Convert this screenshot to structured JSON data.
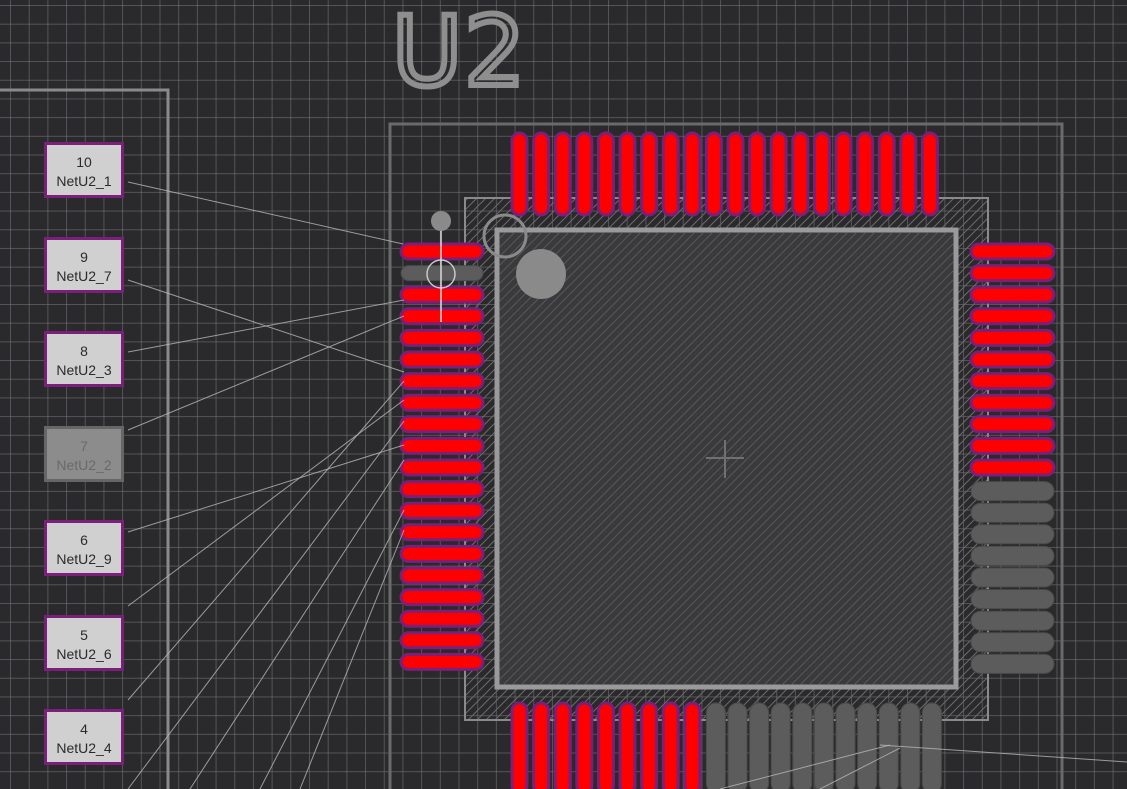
{
  "component": {
    "designator": "U2"
  },
  "pin_labels": [
    {
      "num": "10",
      "net": "NetU2_1",
      "selected": false
    },
    {
      "num": "9",
      "net": "NetU2_7",
      "selected": false
    },
    {
      "num": "8",
      "net": "NetU2_3",
      "selected": false
    },
    {
      "num": "7",
      "net": "NetU2_2",
      "selected": true
    },
    {
      "num": "6",
      "net": "NetU2_9",
      "selected": false
    },
    {
      "num": "5",
      "net": "NetU2_6",
      "selected": false
    },
    {
      "num": "4",
      "net": "NetU2_4",
      "selected": false
    }
  ],
  "colors": {
    "background": "#2a2a2c",
    "grid": "#78787d",
    "pad_active": "#ff0000",
    "pad_outline": "#7a1f7a",
    "pad_dim": "#5c5c5c",
    "silkscreen": "#8e8e8e",
    "ratsnest": "#b8b8b8"
  }
}
